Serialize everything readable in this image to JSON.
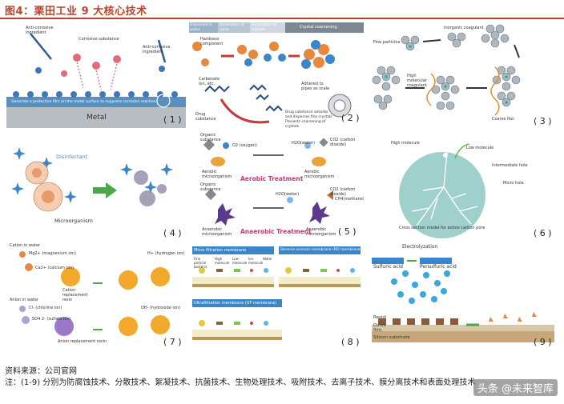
{
  "figure": {
    "title": "图4：栗田工业 9 大核心技术",
    "source": "资料来源：公司官网",
    "note": "注：(1-9) 分别为防腐蚀技术、分散技术、絮凝技术、抗菌技术、生物处理技术、吸附技术、去离子技术、膜分离技术和表面处理技术",
    "watermark": "头条 @未来智库"
  },
  "panels": {
    "p1": {
      "num": "( 1 )",
      "anti_left": "Anti-corrosive ingredient",
      "corrosive": "Corrosive substance",
      "anti_right": "Anti-corrosive ingredient",
      "film": "Generate a protective film on the metal surface to suppress corrosion reaction",
      "metal": "Metal"
    },
    "p2": {
      "num": "( 2 )",
      "head1": "Dispersed in water",
      "head2": "Generation of cores",
      "head3": "Generation of crystals",
      "head4": "Crystal coarsening",
      "hardness": "Hardness component",
      "carbonate": "Carbonate ion, etc.",
      "drug": "Drug substance",
      "adhered": "Adhered to pipes as scale",
      "adsorbs": "Drug substance adsorbs and disperses fine crystals Prevents coarsening of crystals"
    },
    "p3": {
      "num": "( 3 )",
      "fine": "Fine particles",
      "inorganic": "Inorganic coagulant",
      "polymer": "High molecular coagulant",
      "coarse": "Coarse floc"
    },
    "p4": {
      "num": "( 4 )",
      "disinfectant": "Disinfectant",
      "micro": "Microorganism"
    },
    "p5": {
      "num": "( 5 )",
      "organic1": "Organic substance",
      "o2": "O2 (oxygen)",
      "h2o1": "H2O(water)",
      "co2_1": "CO2 (carbon dioxide)",
      "aerobic_micro1": "Aerobic microorganism",
      "aerobic_treat": "Aerobic Treatment",
      "aerobic_micro2": "Aerobic microorganism",
      "organic2": "Organic substance",
      "co2_2": "CO2 (carbon dioxide)",
      "h2o2": "H2O(water)",
      "ch4": "CH4(methane)",
      "anaerobic_micro1": "Anaerobic microorganism",
      "anaerobic_treat": "Anaerobic Treatment",
      "anaerobic_micro2": "Anaerobic microorganism"
    },
    "p6": {
      "num": "( 6 )",
      "high": "High molecule",
      "low": "Low molecule",
      "intermediate": "Intermediate hole",
      "micro": "Micro hole",
      "caption": "Cross section model for active carbon pore"
    },
    "p7": {
      "num": "( 7 )",
      "cation_water": "Cation in water",
      "mg": "Mg2+ (magnesium ion)",
      "ca": "Ca2+ (calcium ion)",
      "h": "H+ (hydrogen ion)",
      "cation_resin": "Cation replacement resin",
      "anion_water": "Anion in water",
      "cl": "Cl- (chlorine ion)",
      "so4": "SO4 2- (sulfate ion)",
      "oh": "OH- (hydroxide ion)",
      "anion_resin": "Anion replacement resin"
    },
    "p8": {
      "num": "( 8 )",
      "mf": "Micro filtration membrane",
      "ro": "Reverse osmosis membrane (RO membrane)",
      "uf": "Ultrafiltration membrane (UF membrane)",
      "cols": [
        "Fine particle bacteria",
        "High molecule",
        "Low molecule",
        "Ion molecule",
        "Water"
      ]
    },
    "p9": {
      "num": "( 9 )",
      "electro": "Electrolyzation",
      "sulfuric": "Sulfuric acid",
      "persulfuric": "Persulfuric acid",
      "resist": "Resist",
      "oxide": "Oxide film",
      "silicon": "Silicon substrate"
    }
  }
}
